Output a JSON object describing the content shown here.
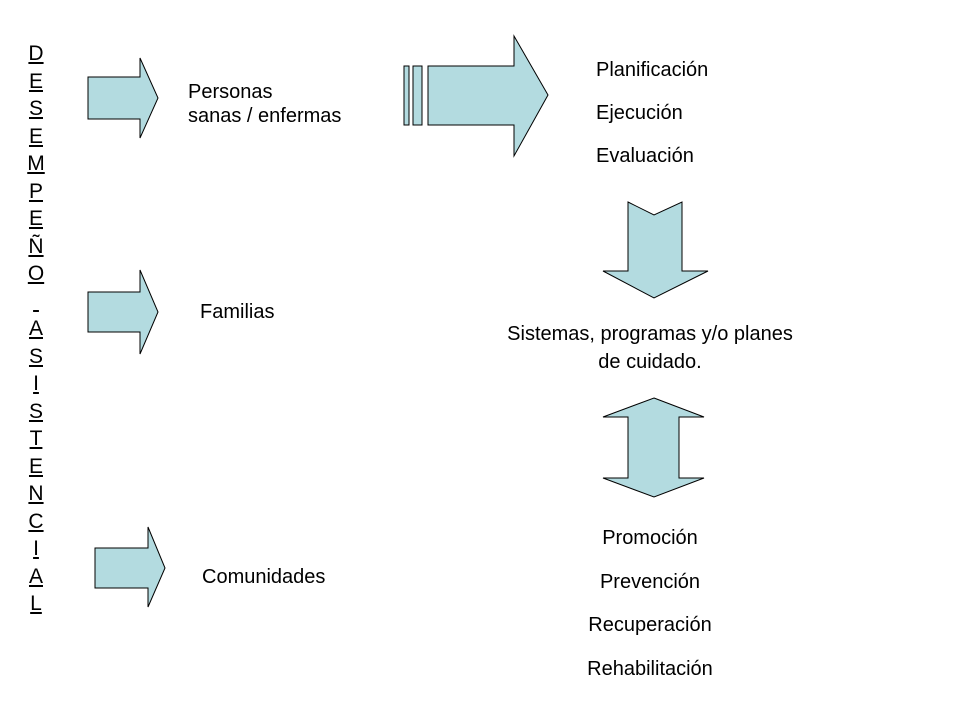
{
  "vertical_title": {
    "letters": [
      "D",
      "E",
      "S",
      "E",
      "M",
      "P",
      "E",
      "Ñ",
      "O",
      " ",
      "A",
      "S",
      "I",
      "S",
      "T",
      "E",
      "N",
      "C",
      "I",
      "A",
      "L"
    ]
  },
  "targets": {
    "personas": "Personas\nsanas / enfermas",
    "familias": "Familias",
    "comunidades": "Comunidades"
  },
  "process": {
    "items": [
      "Planificación",
      "Ejecución",
      "Evaluación"
    ]
  },
  "central": {
    "label": "Sistemas, programas y/o planes de cuidado."
  },
  "outcomes": {
    "items": [
      "Promoción",
      "Prevención",
      "Recuperación",
      "Rehabilitación"
    ]
  },
  "colors": {
    "shape_fill": "#b3dbe0",
    "shape_stroke": "#000000",
    "text": "#000000"
  }
}
